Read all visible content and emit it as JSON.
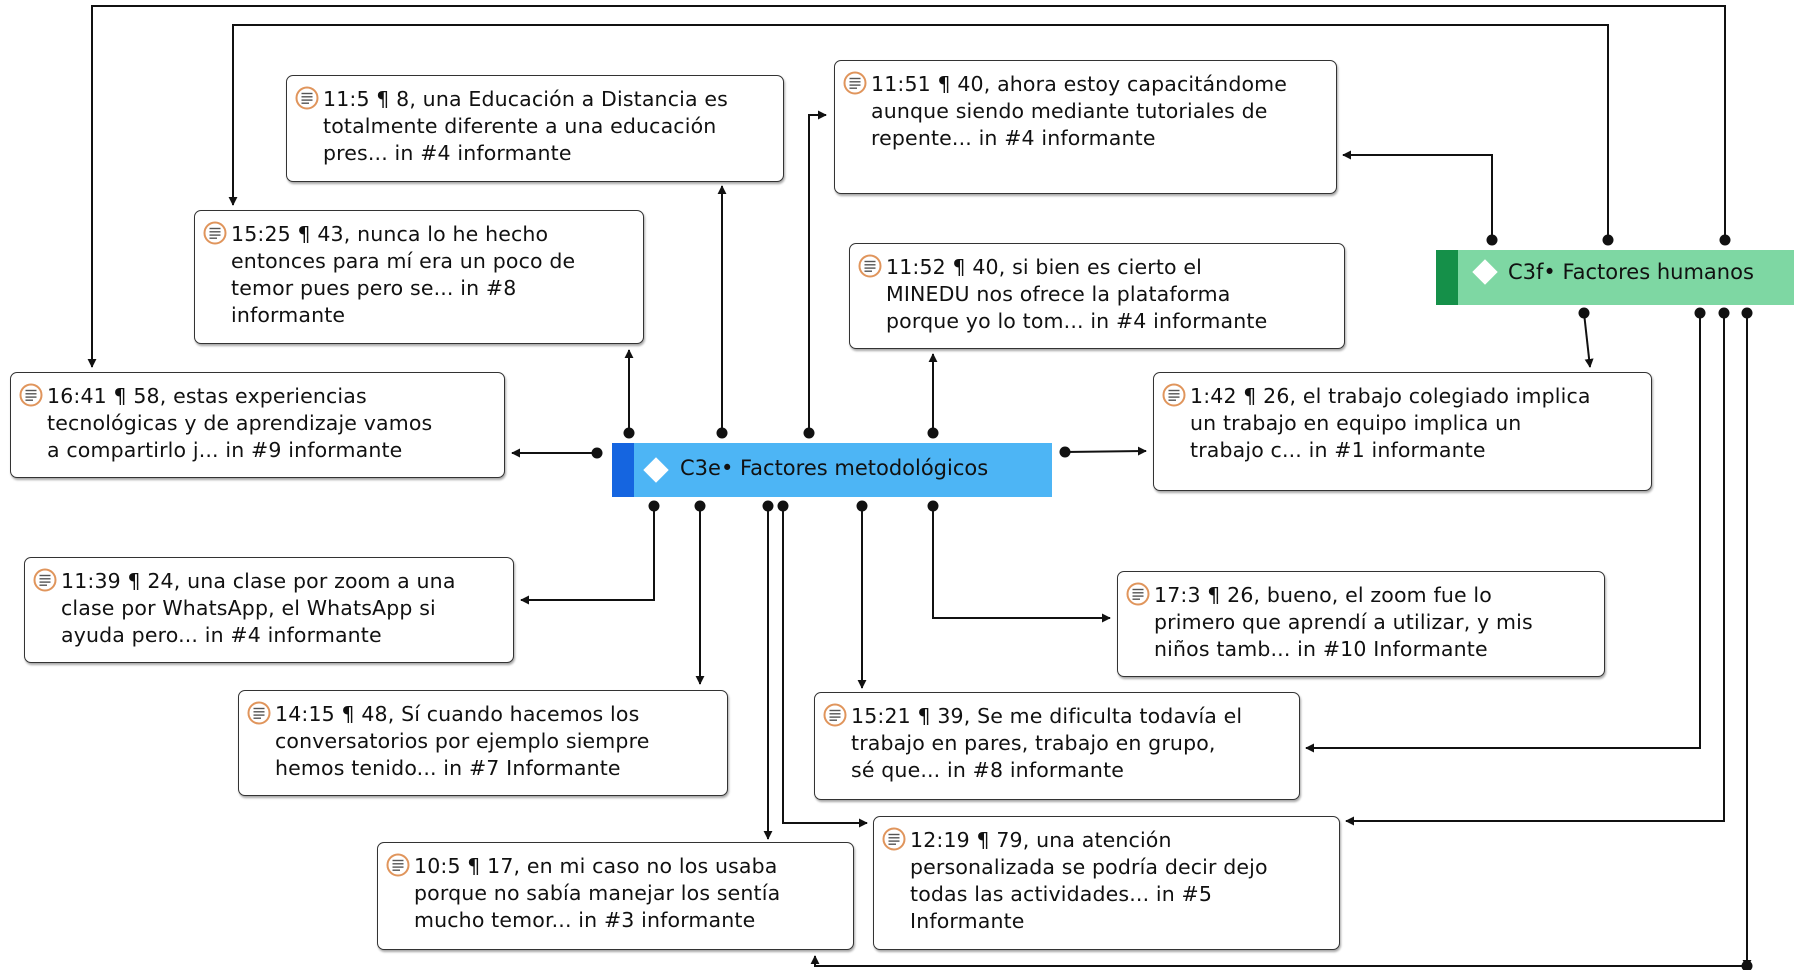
{
  "colors": {
    "methodological_fill": "#4db5f5",
    "methodological_stripe": "#1565e0",
    "human_fill": "#7ed7a3",
    "human_stripe": "#159049",
    "quote_icon": "#e0955c",
    "edge": "#111111"
  },
  "icons": {
    "quote": "quotation-document-icon",
    "code": "code-diamond-icon"
  },
  "codes": {
    "methodological": "C3e• Factores  metodológicos",
    "human": "C3f• Factores humanos"
  },
  "quotes": [
    {
      "id": "q11_5",
      "lines": [
        "11:5 ¶ 8, una Educación a Distancia es",
        "totalmente diferente a una educación",
        "pres... in #4 informante"
      ]
    },
    {
      "id": "q11_51",
      "lines": [
        "11:51 ¶ 40, ahora estoy capacitándome",
        "aunque siendo mediante tutoriales de",
        "repente... in #4 informante"
      ]
    },
    {
      "id": "q15_25",
      "lines": [
        "15:25 ¶ 43, nunca lo he hecho",
        "entonces para mí era un poco de",
        "temor  pues pero se... in #8",
        "informante"
      ]
    },
    {
      "id": "q11_52",
      "lines": [
        "11:52 ¶ 40, si bien es cierto  el",
        "MINEDU nos ofrece la plataforma",
        "porque yo lo tom... in #4 informante"
      ]
    },
    {
      "id": "q16_41",
      "lines": [
        "16:41 ¶ 58, estas experiencias",
        "tecnológicas y de aprendizaje vamos",
        "a compartirlo j... in #9 informante"
      ]
    },
    {
      "id": "q1_42",
      "lines": [
        "1:42 ¶ 26, el trabajo colegiado implica",
        "un trabajo en equipo implica un",
        "trabajo c... in #1 informante"
      ]
    },
    {
      "id": "q11_39",
      "lines": [
        "11:39 ¶ 24, una clase por zoom a una",
        "clase por WhatsApp, el WhatsApp si",
        "ayuda pero... in #4 informante"
      ]
    },
    {
      "id": "q17_3",
      "lines": [
        "17:3 ¶ 26, bueno, el zoom fue lo",
        "primero que aprendí a utilizar, y mis",
        "niños tamb... in #10 Informante"
      ]
    },
    {
      "id": "q14_15",
      "lines": [
        "14:15 ¶ 48, Sí cuando hacemos los",
        "conversatorios por ejemplo siempre",
        "hemos tenido... in #7 Informante"
      ]
    },
    {
      "id": "q15_21",
      "lines": [
        "15:21 ¶ 39, Se me dificulta todavía el",
        "trabajo en pares, trabajo en grupo,",
        "sé que... in #8 informante"
      ]
    },
    {
      "id": "q12_19",
      "lines": [
        "12:19 ¶ 79, una atención",
        "personalizada se podría decir dejo",
        "todas las actividades... in #5",
        "Informante"
      ]
    },
    {
      "id": "q10_5",
      "lines": [
        "10:5 ¶ 17, en mi caso no los usaba",
        "porque no sabía manejar los sentía",
        "mucho temor... in #3 informante"
      ]
    }
  ]
}
